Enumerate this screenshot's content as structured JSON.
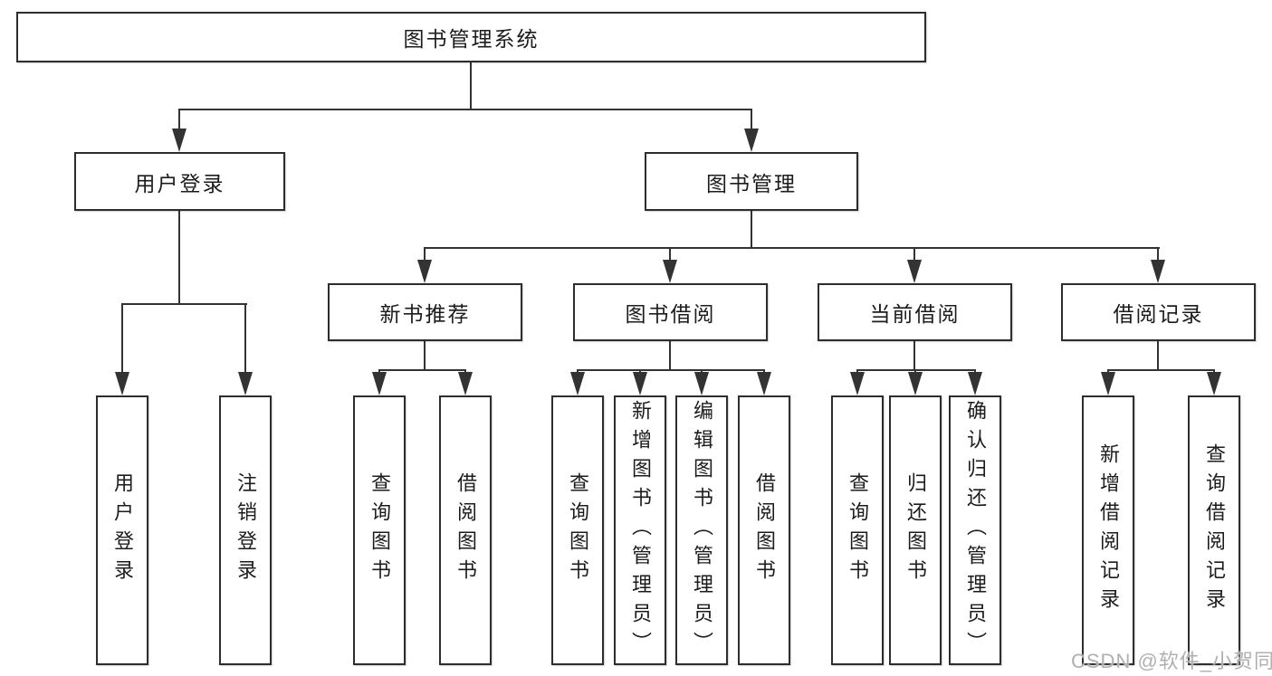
{
  "tree": {
    "root": {
      "label": "图书管理系统"
    },
    "user_login": {
      "label": "用户登录",
      "children": [
        {
          "label": "用户登录"
        },
        {
          "label": "注销登录"
        }
      ]
    },
    "book_mgmt": {
      "label": "图书管理",
      "children": [
        {
          "label": "新书推荐",
          "children": [
            {
              "label": "查询图书"
            },
            {
              "label": "借阅图书"
            }
          ]
        },
        {
          "label": "图书借阅",
          "children": [
            {
              "label": "查询图书"
            },
            {
              "label": "新增图书（管理员）"
            },
            {
              "label": "编辑图书（管理员）"
            },
            {
              "label": "借阅图书"
            }
          ]
        },
        {
          "label": "当前借阅",
          "children": [
            {
              "label": "查询图书"
            },
            {
              "label": "归还图书"
            },
            {
              "label": "确认归还（管理员）"
            }
          ]
        },
        {
          "label": "借阅记录",
          "children": [
            {
              "label": "新增借阅记录"
            },
            {
              "label": "查询借阅记录"
            }
          ]
        }
      ]
    }
  },
  "watermark": {
    "text": "CSDN @软件_小贺同学",
    "color": "#b0b0b0"
  },
  "colors": {
    "line": "#333333",
    "box_border": "#2d2d2d",
    "text": "#1c1c1c",
    "background": "#ffffff"
  }
}
